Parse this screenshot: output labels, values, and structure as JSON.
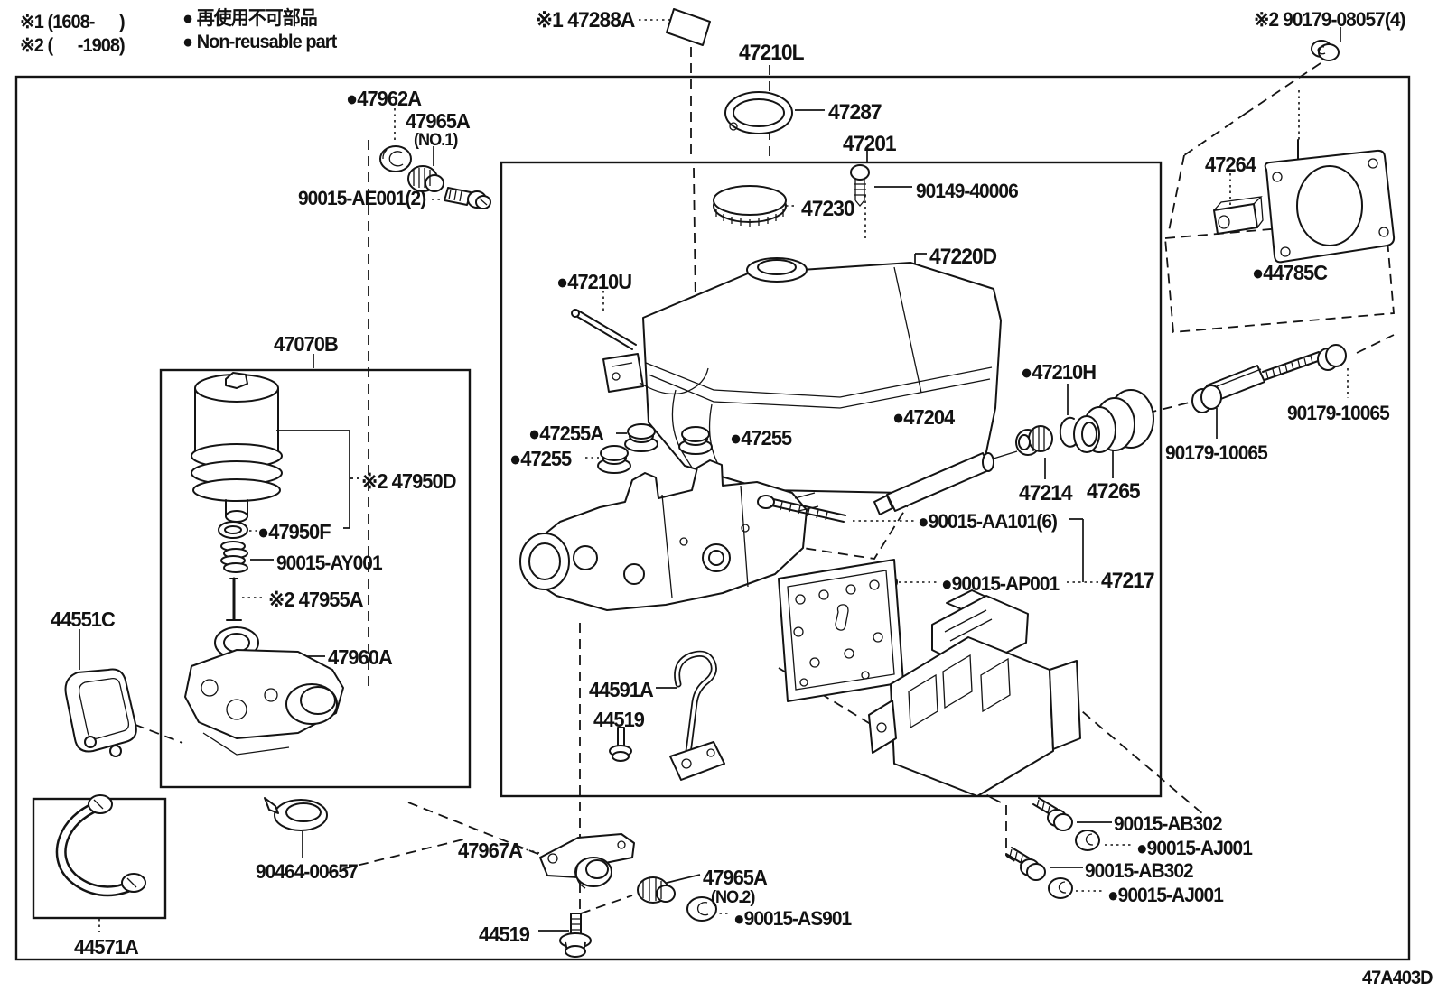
{
  "diagram": {
    "code": "47A403D",
    "notes": {
      "note1": "※1 (1608-      )",
      "note2": "※2 (      -1908)"
    },
    "legend": {
      "jp": "● 再使用不可部品",
      "en": "● Non-reusable part"
    },
    "labels": {
      "p47288A": "※1 47288A",
      "p47210L": "47210L",
      "p90179_08057": "※2 90179-08057(4)",
      "p47962A": "●47962A",
      "p47965A_1": "47965A",
      "p47965A_1_no": "(NO.1)",
      "p90015_AE001": "90015-AE001(2)",
      "p47287": "47287",
      "p47201": "47201",
      "p90149_40006": "90149-40006",
      "p47230": "47230",
      "p47220D": "47220D",
      "p47210U": "●47210U",
      "p47264": "47264",
      "p44785C": "●44785C",
      "p47070B": "47070B",
      "p47950D": "※2 47950D",
      "p47950F": "●47950F",
      "p90015_AY001": "90015-AY001",
      "p47955A": "※2 47955A",
      "p44551C": "44551C",
      "p47960A": "47960A",
      "p47255A": "●47255A",
      "p47255_left": "●47255",
      "p47255_right": "●47255",
      "p47204": "●47204",
      "p47210H": "●47210H",
      "p47214": "47214",
      "p47265": "47265",
      "p90179_10065_left": "90179-10065",
      "p90179_10065_right": "90179-10065",
      "p90015_AA101": "●90015-AA101(6)",
      "p90015_AP001": "●90015-AP001",
      "p47217": "47217",
      "p44591A": "44591A",
      "p44519_upper": "44519",
      "p44571A": "44571A",
      "p90464_00657": "90464-00657",
      "p47967A": "47967A",
      "p47965A_2": "47965A",
      "p47965A_2_no": "(NO.2)",
      "p90015_AS901": "●90015-AS901",
      "p44519_lower": "44519",
      "p90015_AB302_upper": "90015-AB302",
      "p90015_AJ001_upper": "●90015-AJ001",
      "p90015_AB302_lower": "90015-AB302",
      "p90015_AJ001_lower": "●90015-AJ001"
    }
  }
}
